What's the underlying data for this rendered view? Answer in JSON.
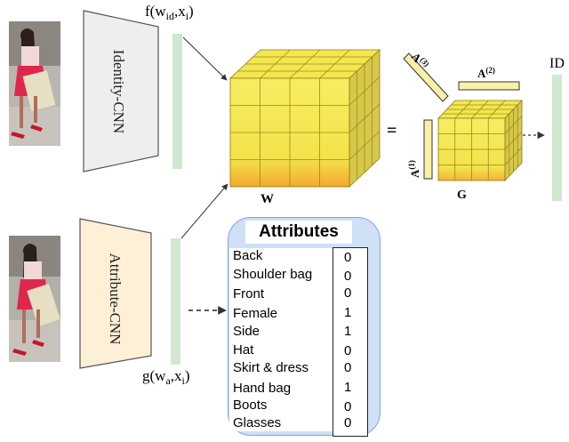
{
  "labels": {
    "identity_cnn": "Identity-CNN",
    "attribute_cnn": "Attribute-CNN",
    "f_feature": "f(w",
    "f_sub": "id",
    "f_rest": ",x",
    "f_sub2": "i",
    "f_close": ")",
    "g_feature": "g(w",
    "g_sub": "a",
    "g_rest": ",x",
    "g_sub2": "i",
    "g_close": ")",
    "tensor_w": "W",
    "equals": "=",
    "core_g": "G",
    "a1": "A",
    "a1_sup": "(1)",
    "a2": "A",
    "a2_sup": "(2)",
    "a3": "A",
    "a3_sup": "(3)",
    "id_output": "ID"
  },
  "attributes": {
    "title": "Attributes",
    "items": [
      {
        "name": "Back",
        "value": "0"
      },
      {
        "name": "Shoulder bag",
        "value": "0"
      },
      {
        "name": "Front",
        "value": "0"
      },
      {
        "name": "Female",
        "value": "1"
      },
      {
        "name": "Side",
        "value": "1"
      },
      {
        "name": "Hat",
        "value": "0"
      },
      {
        "name": "Skirt & dress",
        "value": "0"
      },
      {
        "name": "Hand bag",
        "value": "1"
      },
      {
        "name": "Boots",
        "value": "0"
      },
      {
        "name": "Glasses",
        "value": "0"
      }
    ]
  },
  "colors": {
    "cube_front": "#f6e850",
    "cube_top": "#f3e650",
    "cube_side": "#d8c84a",
    "cube_bottom_glow": "#f5a623",
    "identity_cnn_fill": "#eeeeee",
    "attribute_cnn_fill": "#fdf0d6",
    "feature_bar": "#cfe8cf",
    "panel_fill": "#cfe0f7",
    "factor_fill": "#f8f0a6"
  }
}
